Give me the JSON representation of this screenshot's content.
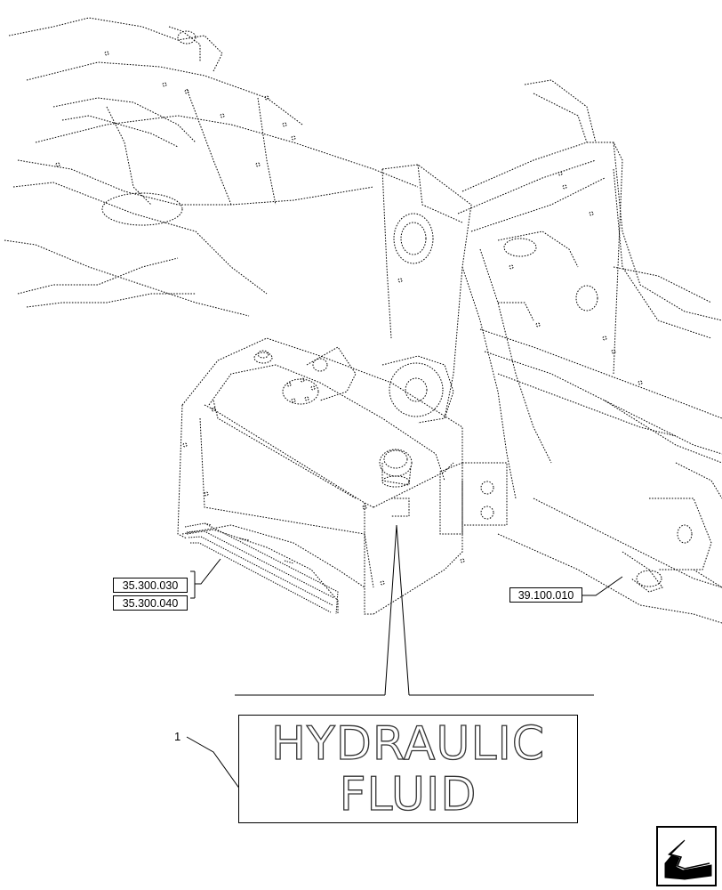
{
  "references": {
    "ref_a": "35.300.030",
    "ref_b": "35.300.040",
    "ref_c": "39.100.010"
  },
  "callout": {
    "item_number": "1"
  },
  "decal": {
    "line1": "HYDRAULIC",
    "line2": "FLUID"
  },
  "nav": {
    "icon": "previous-page-arrow-icon"
  }
}
